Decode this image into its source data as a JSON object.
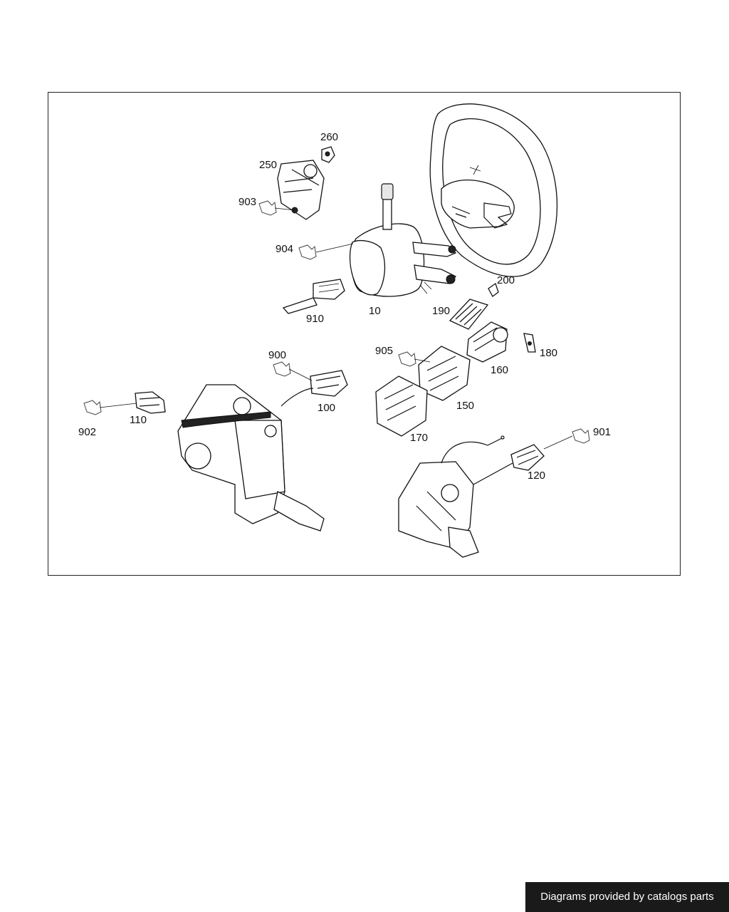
{
  "diagram": {
    "labels": {
      "l10": "10",
      "l100": "100",
      "l110": "110",
      "l120": "120",
      "l150": "150",
      "l160": "160",
      "l170": "170",
      "l180": "180",
      "l190": "190",
      "l200": "200",
      "l250": "250",
      "l260": "260",
      "l900": "900",
      "l901": "901",
      "l902": "902",
      "l903": "903",
      "l904": "904",
      "l905": "905",
      "l910": "910"
    }
  },
  "footer": {
    "credit": "Diagrams provided by catalogs parts"
  }
}
